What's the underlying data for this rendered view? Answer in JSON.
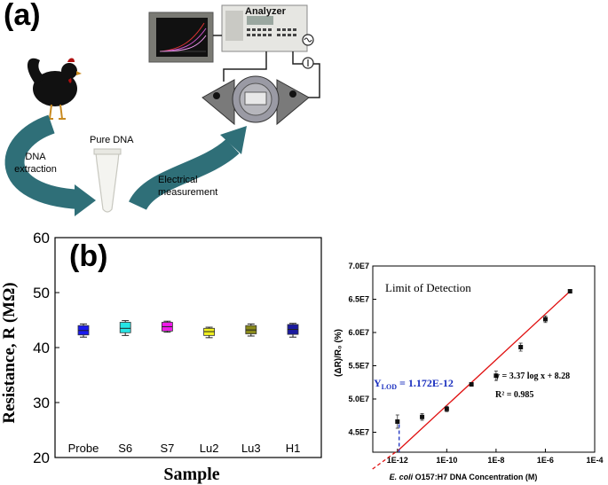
{
  "panel_a": {
    "label": "(a)",
    "steps": {
      "extraction": [
        "DNA",
        "extraction"
      ],
      "pure_dna": "Pure DNA",
      "electrical": [
        "Electrical",
        "measurement"
      ]
    },
    "instrument": {
      "analyzer_label": "Analyzer"
    },
    "arrow_color": "#2f6f78"
  },
  "panel_b": {
    "label": "(b)"
  },
  "chart_data": [
    {
      "type": "box",
      "title": "",
      "xlabel": "Sample",
      "ylabel": "Resistance, R (MΩ)",
      "ylim": [
        20,
        60
      ],
      "yticks": [
        "60",
        "50",
        "40",
        "30",
        "20"
      ],
      "categories": [
        "Probe",
        "S6",
        "S7",
        "Lu2",
        "Lu3",
        "H1"
      ],
      "series": [
        {
          "category": "Probe",
          "q1": 42.3,
          "median": 43.1,
          "q3": 44.0,
          "min": 41.9,
          "max": 44.3,
          "color": "#1a1aee"
        },
        {
          "category": "S6",
          "q1": 42.7,
          "median": 43.5,
          "q3": 44.6,
          "min": 42.2,
          "max": 44.9,
          "color": "#26e4e4"
        },
        {
          "category": "S7",
          "q1": 43.0,
          "median": 43.8,
          "q3": 44.6,
          "min": 42.8,
          "max": 44.8,
          "color": "#ee1ae8"
        },
        {
          "category": "Lu2",
          "q1": 42.2,
          "median": 42.9,
          "q3": 43.5,
          "min": 41.8,
          "max": 43.7,
          "color": "#f0f020"
        },
        {
          "category": "Lu3",
          "q1": 42.5,
          "median": 43.2,
          "q3": 44.0,
          "min": 42.1,
          "max": 44.3,
          "color": "#8a8a1a"
        },
        {
          "category": "H1",
          "q1": 42.4,
          "median": 43.3,
          "q3": 44.2,
          "min": 41.9,
          "max": 44.4,
          "color": "#1a1aa0"
        }
      ],
      "grid": false
    },
    {
      "type": "scatter",
      "title": "Limit of Detection",
      "xlabel": "E. coli O157:H7 DNA Concentration (M)",
      "xlabel_italic": "E. coli",
      "xlabel_rest": "O157:H7 DNA Concentration (M)",
      "ylabel": "(ΔR)/R₀ (%)",
      "xscale": "log",
      "xlim": [
        1e-13,
        0.0001
      ],
      "ylim": [
        42000000.0,
        70000000.0
      ],
      "xticks": [
        {
          "value": 1e-12,
          "label": "1E-12"
        },
        {
          "value": 1e-10,
          "label": "1E-10"
        },
        {
          "value": 1e-08,
          "label": "1E-8"
        },
        {
          "value": 1e-06,
          "label": "1E-6"
        },
        {
          "value": 0.0001,
          "label": "1E-4"
        }
      ],
      "yticks": [
        {
          "value": 45000000.0,
          "label": "4.5E7"
        },
        {
          "value": 50000000.0,
          "label": "5.0E7"
        },
        {
          "value": 55000000.0,
          "label": "5.5E7"
        },
        {
          "value": 60000000.0,
          "label": "6.0E7"
        },
        {
          "value": 65000000.0,
          "label": "6.5E7"
        },
        {
          "value": 70000000.0,
          "label": "7.0E7"
        }
      ],
      "points": [
        {
          "x": 1e-12,
          "y": 46600000.0,
          "err": 1000000.0
        },
        {
          "x": 1e-11,
          "y": 47300000.0,
          "err": 500000.0
        },
        {
          "x": 1e-10,
          "y": 48500000.0,
          "err": 400000.0
        },
        {
          "x": 1e-09,
          "y": 52200000.0,
          "err": 200000.0
        },
        {
          "x": 1e-08,
          "y": 53500000.0,
          "err": 700000.0
        },
        {
          "x": 1e-07,
          "y": 57800000.0,
          "err": 600000.0
        },
        {
          "x": 1e-06,
          "y": 62000000.0,
          "err": 500000.0
        },
        {
          "x": 1e-05,
          "y": 66200000.0,
          "err": 200000.0
        }
      ],
      "fit_line": {
        "x": [
          1.172e-12,
          1e-05
        ],
        "y": [
          42400000.0,
          66200000.0
        ],
        "color": "#e01010"
      },
      "lod_marker": {
        "x": 1.172e-12,
        "color": "#1a2fbf"
      },
      "annotations": {
        "lod_prefix": "Y",
        "lod_sub": "LOD",
        "lod_value": " = 1.172E-12",
        "equation": "y = 3.37 log x + 8.28",
        "r2": "R² = 0.985"
      }
    }
  ]
}
